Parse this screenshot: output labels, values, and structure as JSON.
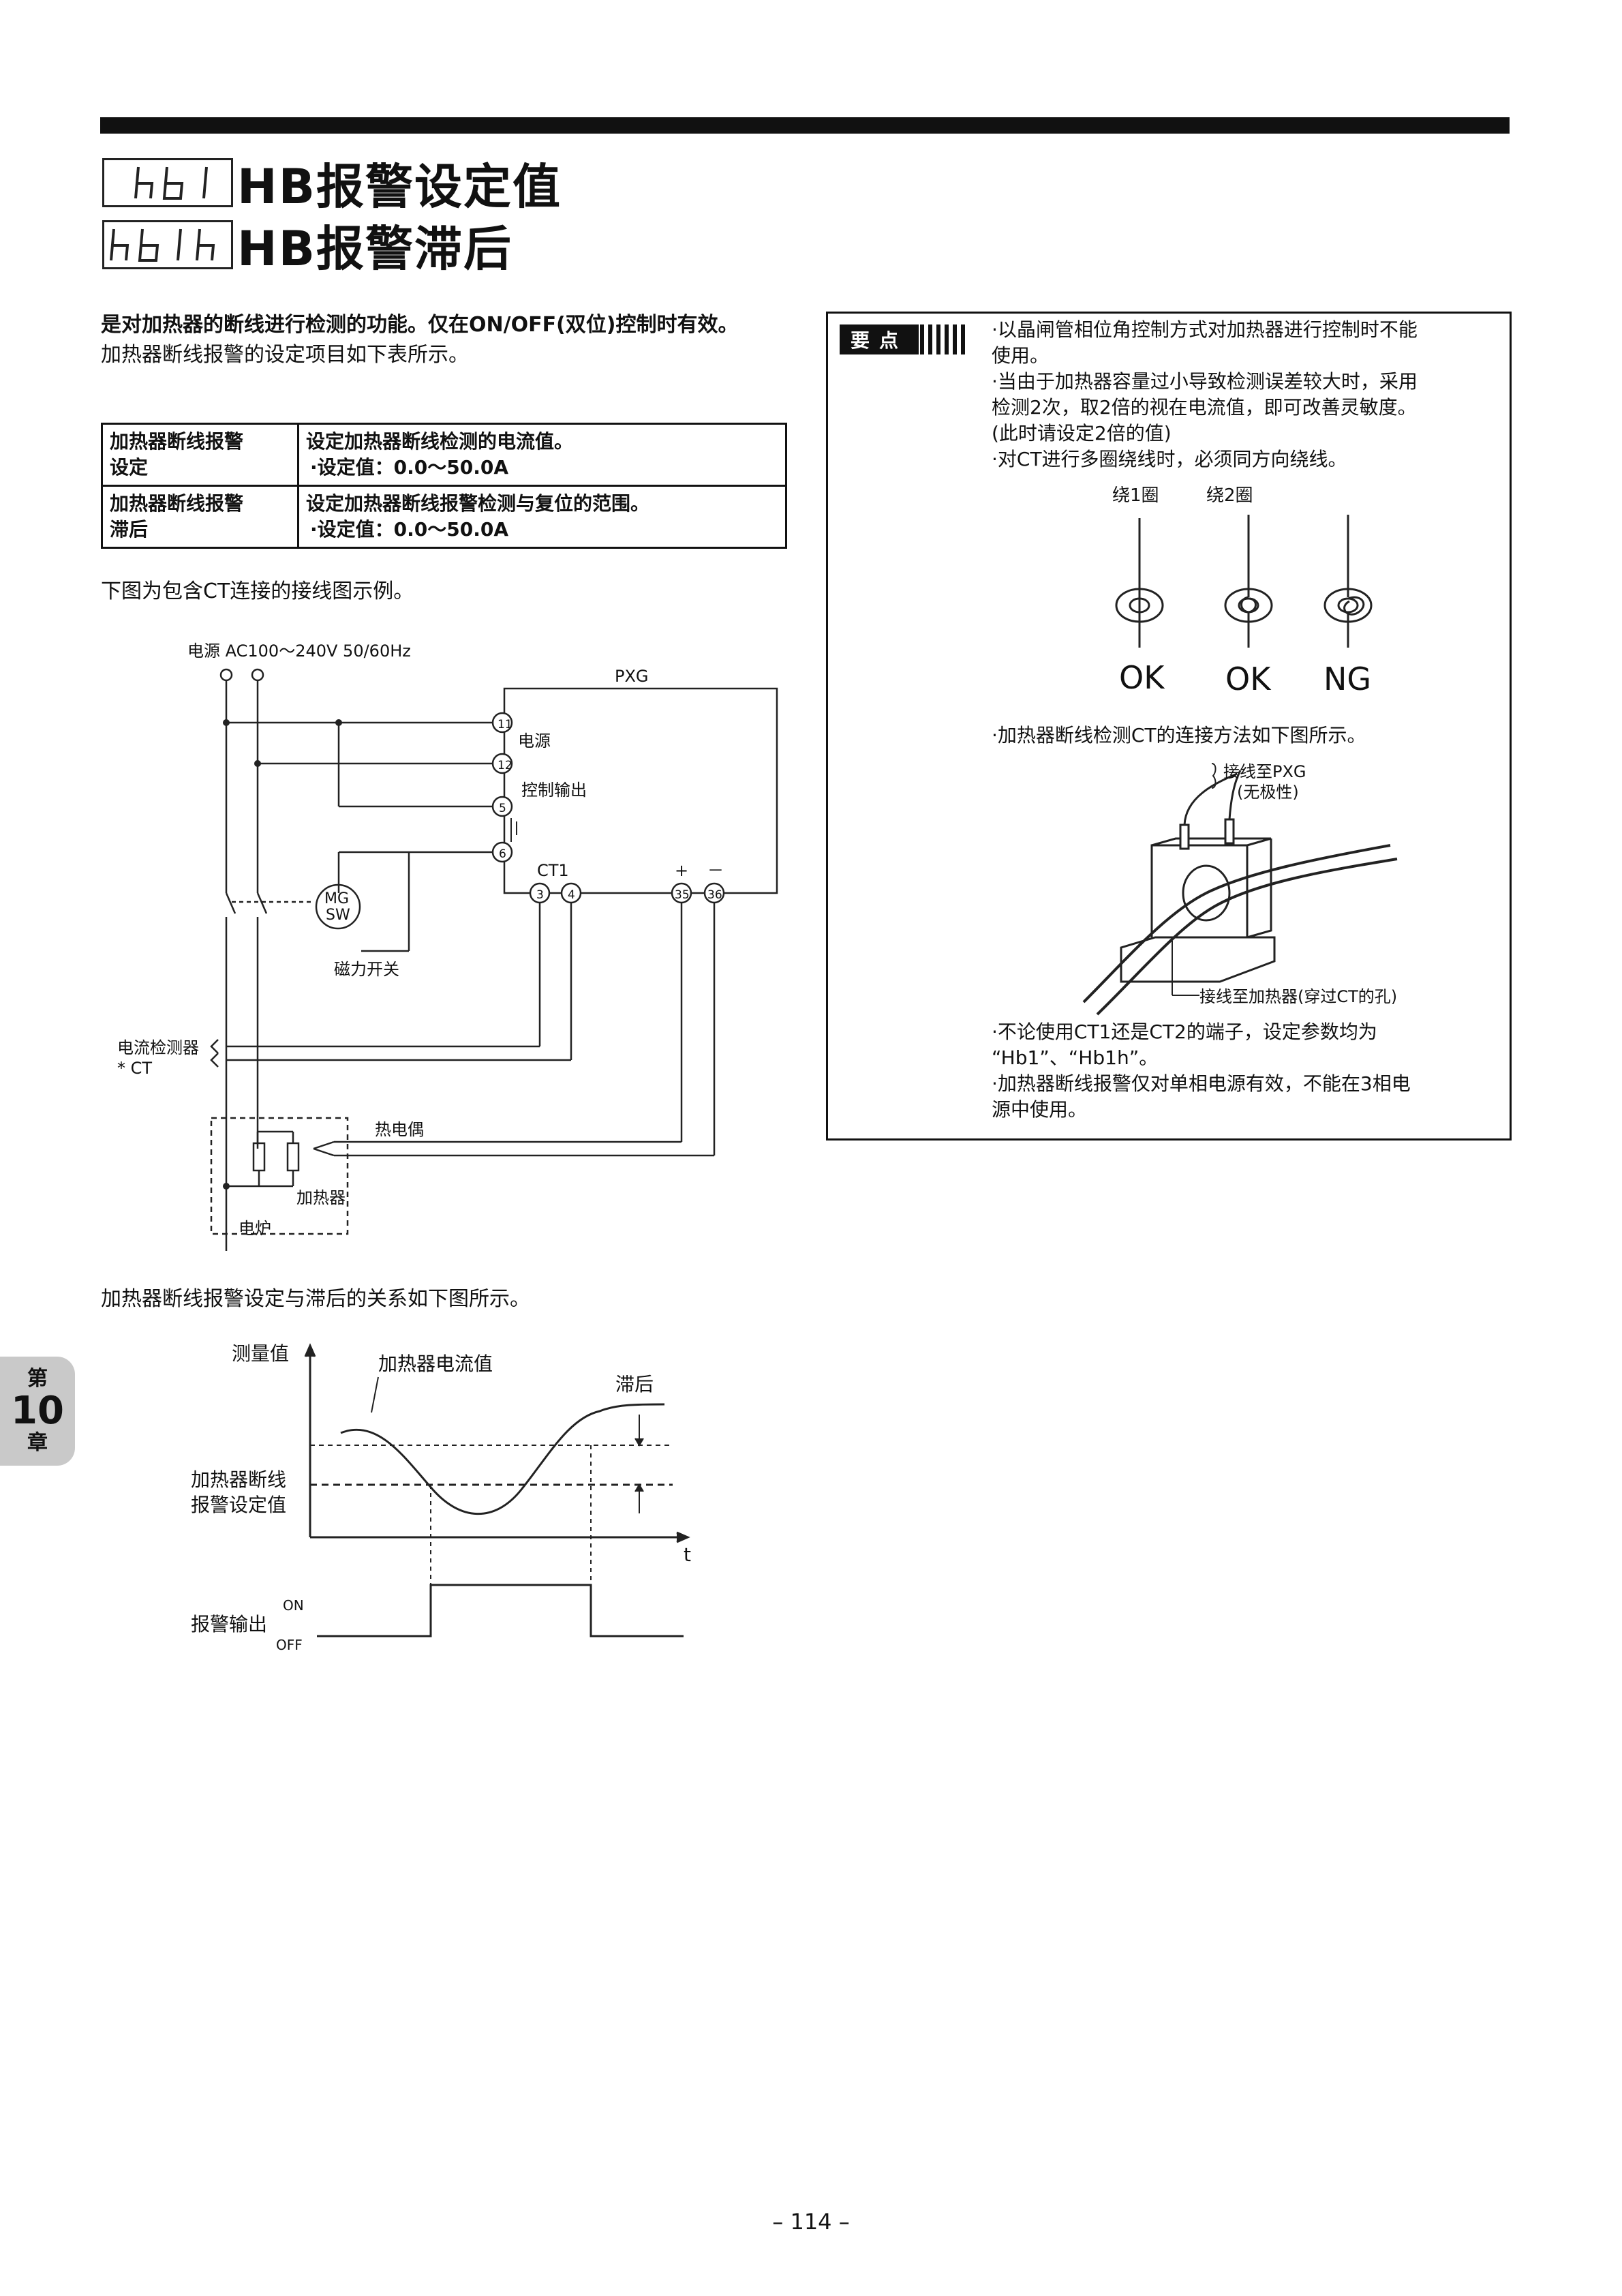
{
  "header": {
    "title1_code": "hb1",
    "title1": "HB报警设定值",
    "title2_code": "hb1h",
    "title2": "HB报警滞后"
  },
  "intro": {
    "bold_line": "是对加热器的断线进行检测的功能。仅在ON/OFF(双位)控制时有效。",
    "line2": "加热器断线报警的设定项目如下表所示。"
  },
  "table": {
    "rows": [
      {
        "name_a": "加热器断线报警",
        "name_b": "设定",
        "desc": "设定加热器断线检测的电流值。",
        "range": "·设定值：0.0～50.0A"
      },
      {
        "name_a": "加热器断线报警",
        "name_b": "滞后",
        "desc": "设定加热器断线报警检测与复位的范围。",
        "range": "·设定值：0.0～50.0A"
      }
    ]
  },
  "wiring": {
    "caption": "下图为包含CT连接的接线图示例。",
    "power": "电源  AC100～240V  50/60Hz",
    "pxg": "PXG",
    "t11": "11",
    "t12": "12",
    "t5": "5",
    "t6": "6",
    "t3": "3",
    "t4": "4",
    "t35": "35",
    "t36": "36",
    "power_label": "电源",
    "control_output": "控制输出",
    "ct1": "CT1",
    "plus": "+",
    "minus": "－",
    "mg": "MG",
    "sw": "SW",
    "magnetic_switch": "磁力开关",
    "ct_label": "电流检测器",
    "ct_note": "* CT",
    "thermocouple": "热电偶",
    "heater": "加热器",
    "furnace": "电炉"
  },
  "graph": {
    "caption": "加热器断线报警设定与滞后的关系如下图所示。",
    "ylabel": "测量值",
    "curve_label": "加热器电流值",
    "hysteresis": "滞后",
    "setpoint_a": "加热器断线",
    "setpoint_b": "报警设定值",
    "t": "t",
    "alarm_output": "报警输出",
    "on": "ON",
    "off": "OFF"
  },
  "tip": {
    "head": "要点",
    "items": [
      [
        "·以晶闸管相位角控制方式对加热器进行控制时不能",
        " 使用。"
      ],
      [
        "·当由于加热器容量过小导致检测误差较大时，采用",
        " 检测2次，取2倍的视在电流值，即可改善灵敏度。",
        " (此时请设定2倍的值)"
      ],
      [
        "·对CT进行多圈绕线时，必须同方向绕线。"
      ]
    ],
    "wind1": "绕1圈",
    "wind2": "绕2圈",
    "ok1": "OK",
    "ok2": "OK",
    "ng": "NG",
    "item4": "·加热器断线检测CT的连接方法如下图所示。",
    "to_pxg": "接线至PXG",
    "nonpolar": "(无极性)",
    "to_heater": "接线至加热器(穿过CT的孔)",
    "item5": [
      "·不论使用CT1还是CT2的端子，设定参数均为",
      " “Hb1”、“Hb1h”。"
    ],
    "item6": [
      "·加热器断线报警仅对单相电源有效，不能在3相电",
      " 源中使用。"
    ]
  },
  "chapter_tab": {
    "top": "第",
    "num": "10",
    "bottom": "章"
  },
  "page_number": "– 114 –"
}
